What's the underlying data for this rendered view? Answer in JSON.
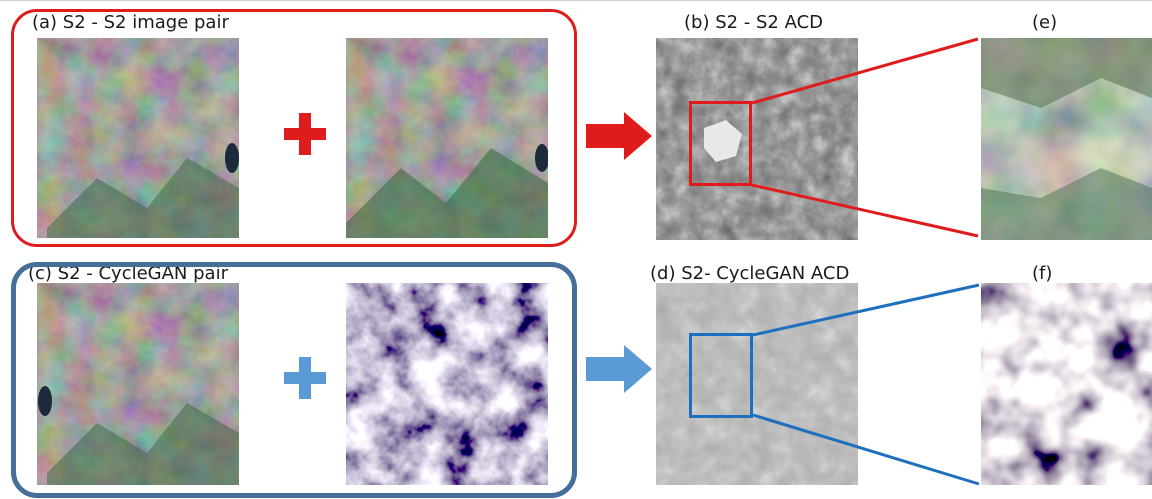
{
  "panels": {
    "a": {
      "label": "(a) S2 - S2 image pair"
    },
    "b": {
      "label": "(b) S2 - S2 ACD"
    },
    "c": {
      "label": "(c) S2 - CycleGAN pair"
    },
    "d": {
      "label": "(d) S2- CycleGAN ACD"
    },
    "e": {
      "label": "(e)"
    },
    "f": {
      "label": "(f)"
    }
  },
  "colors": {
    "red": "#e01b1b",
    "blue": "#5b9bd5",
    "blue_dark": "#456f98",
    "zoom_blue": "#1f6fbf"
  }
}
